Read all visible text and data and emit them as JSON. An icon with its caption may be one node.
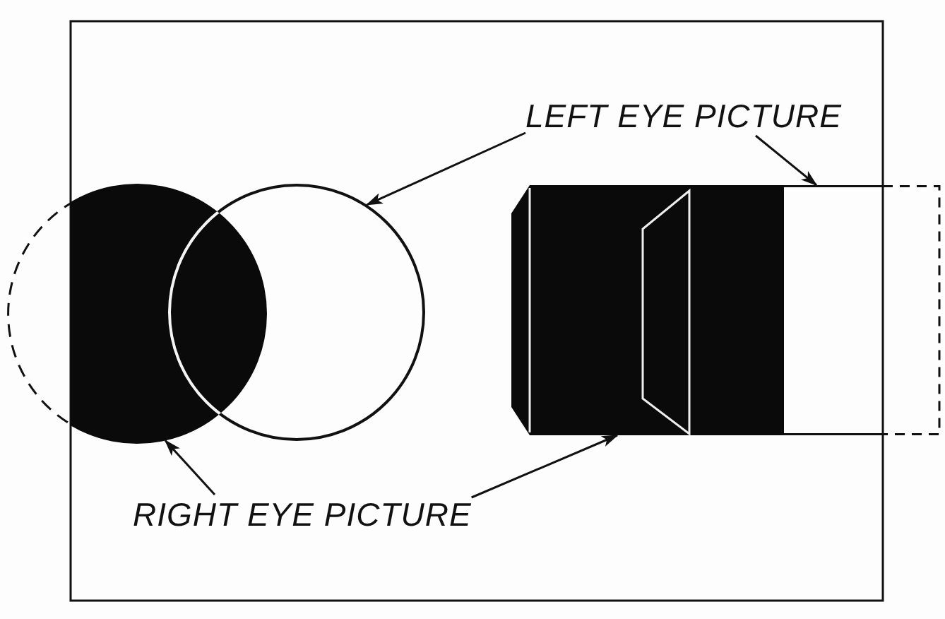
{
  "diagram": {
    "nodes": [
      {
        "text": [
          "LEFT EYE PICTURE"
        ]
      },
      {
        "text": [
          "RIGHT EYE PICTURE"
        ]
      },
      {
        "text": [],
        "shape": "circle"
      },
      {
        "text": [],
        "shape": "circle"
      },
      {
        "text": [],
        "shape": "box"
      },
      {
        "text": [],
        "shape": "box"
      }
    ],
    "edges": [
      {
        "from": 0,
        "to": 3,
        "arrow": "to"
      },
      {
        "from": 0,
        "to": 5,
        "arrow": "to"
      },
      {
        "from": 1,
        "to": 2,
        "arrow": "to"
      },
      {
        "from": 1,
        "to": 4,
        "arrow": "to"
      }
    ]
  }
}
